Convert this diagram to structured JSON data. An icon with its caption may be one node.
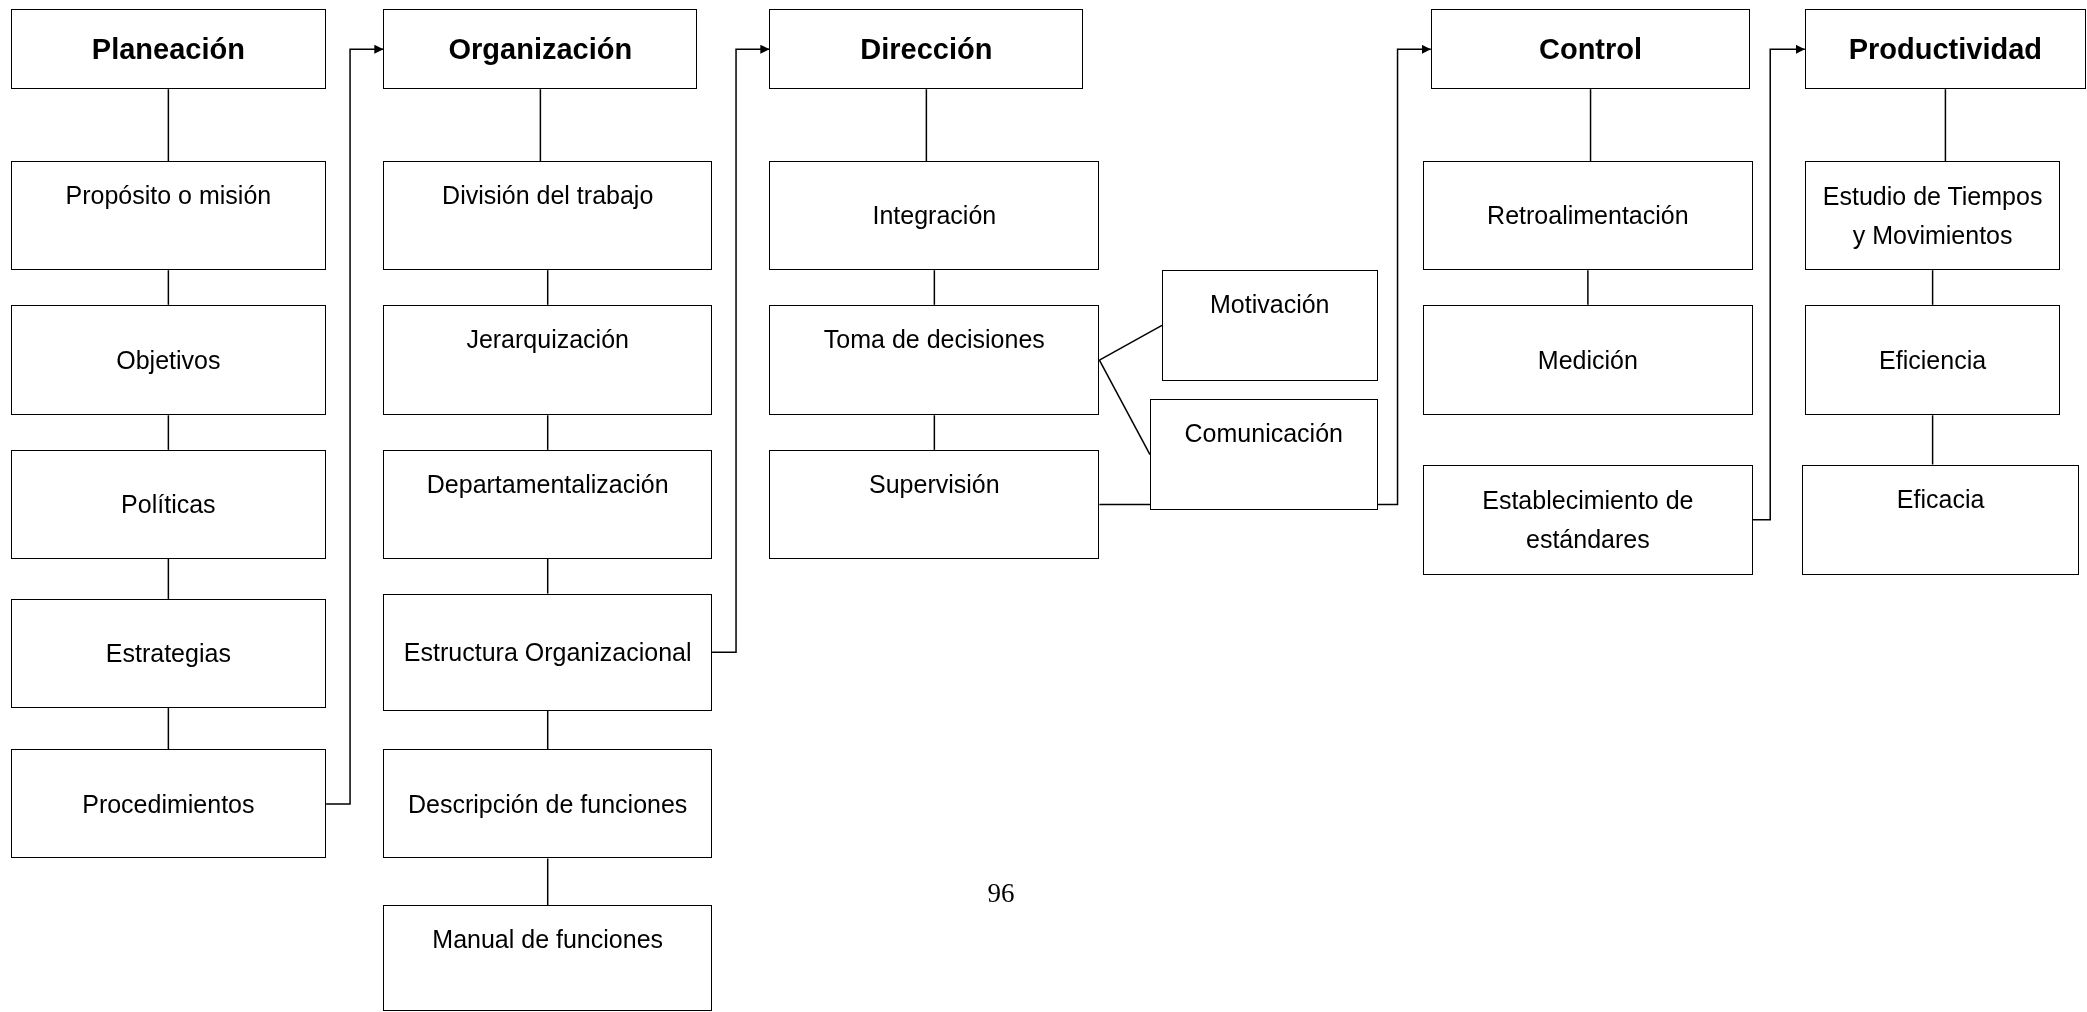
{
  "diagram": {
    "nodes": [
      {
        "text": [
          "Planeación"
        ]
      },
      {
        "text": [
          "Propósito o misión"
        ]
      },
      {
        "text": [
          "Objetivos"
        ]
      },
      {
        "text": [
          "Políticas"
        ]
      },
      {
        "text": [
          "Estrategias"
        ]
      },
      {
        "text": [
          "Procedimientos"
        ]
      },
      {
        "text": [
          "Organización"
        ]
      },
      {
        "text": [
          "División del trabajo"
        ]
      },
      {
        "text": [
          "Jerarquización"
        ]
      },
      {
        "text": [
          "Departamentalización"
        ]
      },
      {
        "text": [
          "Estructura Organizacional"
        ]
      },
      {
        "text": [
          "Descripción de funciones"
        ]
      },
      {
        "text": [
          "Manual de funciones"
        ]
      },
      {
        "text": [
          "Dirección"
        ]
      },
      {
        "text": [
          "Integración"
        ]
      },
      {
        "text": [
          "Toma de decisiones"
        ]
      },
      {
        "text": [
          "Supervisión"
        ]
      },
      {
        "text": [
          "Motivación"
        ]
      },
      {
        "text": [
          "Comunicación"
        ]
      },
      {
        "text": [
          "Control"
        ]
      },
      {
        "text": [
          "Retroalimentación"
        ]
      },
      {
        "text": [
          "Medición"
        ]
      },
      {
        "text": [
          "Establecimiento de estándares"
        ]
      },
      {
        "text": [
          "Productividad"
        ]
      },
      {
        "text": [
          "Estudio de Tiempos y Movimientos"
        ]
      },
      {
        "text": [
          "Eficiencia"
        ]
      },
      {
        "text": [
          "Eficacia"
        ]
      }
    ],
    "edges": [
      {
        "from": 0,
        "to": 1,
        "arrow": "none"
      },
      {
        "from": 1,
        "to": 2,
        "arrow": "none"
      },
      {
        "from": 2,
        "to": 3,
        "arrow": "none"
      },
      {
        "from": 3,
        "to": 4,
        "arrow": "none"
      },
      {
        "from": 4,
        "to": 5,
        "arrow": "none"
      },
      {
        "from": 5,
        "to": 6,
        "arrow": "to"
      },
      {
        "from": 6,
        "to": 7,
        "arrow": "none"
      },
      {
        "from": 7,
        "to": 8,
        "arrow": "none"
      },
      {
        "from": 8,
        "to": 9,
        "arrow": "none"
      },
      {
        "from": 9,
        "to": 10,
        "arrow": "none"
      },
      {
        "from": 10,
        "to": 11,
        "arrow": "none"
      },
      {
        "from": 11,
        "to": 12,
        "arrow": "none"
      },
      {
        "from": 10,
        "to": 13,
        "arrow": "to"
      },
      {
        "from": 13,
        "to": 14,
        "arrow": "none"
      },
      {
        "from": 14,
        "to": 15,
        "arrow": "none"
      },
      {
        "from": 15,
        "to": 16,
        "arrow": "none"
      },
      {
        "from": 15,
        "to": 17,
        "arrow": "none"
      },
      {
        "from": 15,
        "to": 18,
        "arrow": "none"
      },
      {
        "from": 16,
        "to": 19,
        "arrow": "to"
      },
      {
        "from": 19,
        "to": 20,
        "arrow": "none"
      },
      {
        "from": 20,
        "to": 21,
        "arrow": "none"
      },
      {
        "from": 22,
        "to": 23,
        "arrow": "to"
      },
      {
        "from": 23,
        "to": 24,
        "arrow": "none"
      },
      {
        "from": 24,
        "to": 25,
        "arrow": "none"
      },
      {
        "from": 25,
        "to": 26,
        "arrow": "none"
      }
    ],
    "labels": [
      "96"
    ]
  }
}
